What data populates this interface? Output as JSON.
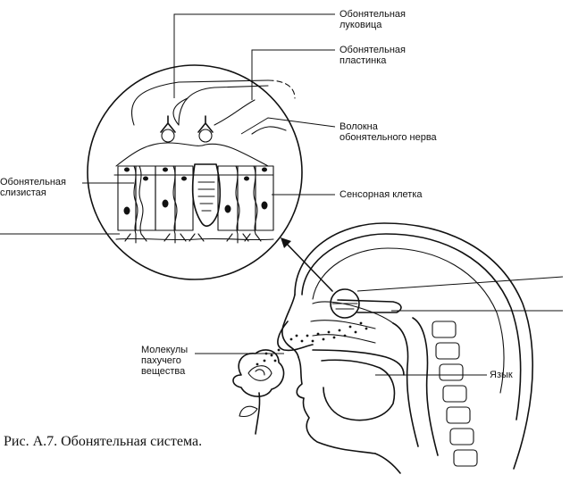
{
  "labels": {
    "olfactory_bulb": [
      "Обонятельная",
      "луковица"
    ],
    "olfactory_plate": [
      "Обонятельная",
      "пластинка"
    ],
    "nerve_fibers": [
      "Волокна",
      "обонятельного нерва"
    ],
    "olfactory_mucosa": [
      "Обонятельная",
      "слизистая"
    ],
    "sensory_cell": "Сенсорная клетка",
    "odor_molecules": [
      "Молекулы",
      "пахучего",
      "вещества"
    ],
    "tongue": "Язык"
  },
  "caption": "Рис. А.7. Обонятельная система."
}
